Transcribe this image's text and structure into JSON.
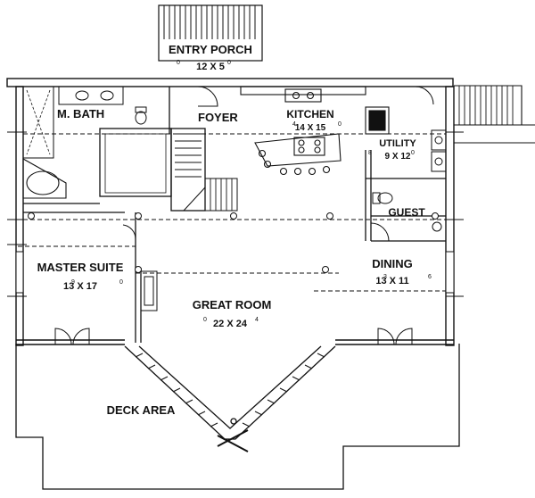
{
  "rooms": {
    "entry_porch": {
      "label": "ENTRY PORCH",
      "dim": "12 X 5",
      "dim_ft1": "0",
      "dim_in2": "0"
    },
    "m_bath": {
      "label": "M. BATH"
    },
    "foyer": {
      "label": "FOYER"
    },
    "kitchen": {
      "label": "KITCHEN",
      "dim": "14 X 15",
      "dim_in1": "4",
      "dim_in2": "0"
    },
    "utility": {
      "label": "UTILITY",
      "dim": "9 X 12",
      "dim_in1": "8",
      "dim_in2": "0"
    },
    "guest": {
      "label": "GUEST"
    },
    "master_suite": {
      "label": "MASTER SUITE",
      "dim": "13 X 17",
      "dim_in1": "9",
      "dim_in2": "0"
    },
    "dining": {
      "label": "DINING",
      "dim": "13 X 11",
      "dim_in1": "3",
      "dim_in2": "6"
    },
    "great_room": {
      "label": "GREAT ROOM",
      "dim": "22 X 24",
      "dim_in1": "0",
      "dim_in2": "4"
    },
    "deck_area": {
      "label": "DECK AREA"
    }
  }
}
